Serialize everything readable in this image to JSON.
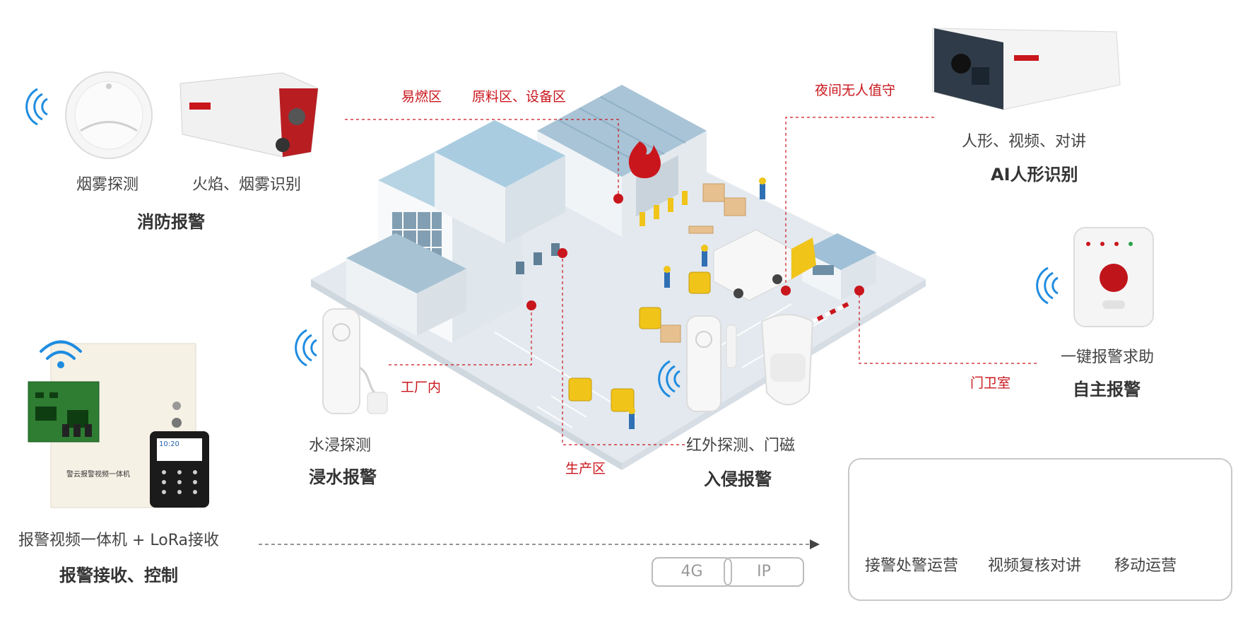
{
  "fire": {
    "device1_label": "烟雾探测",
    "device2_label": "火焰、烟雾识别",
    "title": "消防报警"
  },
  "ai": {
    "desc": "人形、视频、对讲",
    "title": "AI人形识别"
  },
  "sos": {
    "desc": "一键报警求助",
    "title": "自主报警"
  },
  "water": {
    "desc": "水浸探测",
    "title": "浸水报警"
  },
  "intrusion": {
    "desc": "红外探测、门磁",
    "title": "入侵报警"
  },
  "receiver": {
    "desc": "报警视频一体机 + LoRa接收",
    "title": "报警接收、控制",
    "box_text": "警云报警视频一体机",
    "keypad_time": "10:20"
  },
  "zones": {
    "flammable": "易燃区",
    "material": "原料区、设备区",
    "night": "夜间无人值守",
    "factory": "工厂内",
    "production": "生产区",
    "guard": "门卫室"
  },
  "network": [
    "4G",
    "IP"
  ],
  "platform": {
    "items": [
      {
        "label": "接警处警运营"
      },
      {
        "label": "视频复核对讲"
      },
      {
        "label": "移动运营"
      }
    ]
  },
  "colors": {
    "accent_red": "#c9161c",
    "wifi_blue": "#1f8ce0",
    "panel_border": "#c8c8c8"
  }
}
